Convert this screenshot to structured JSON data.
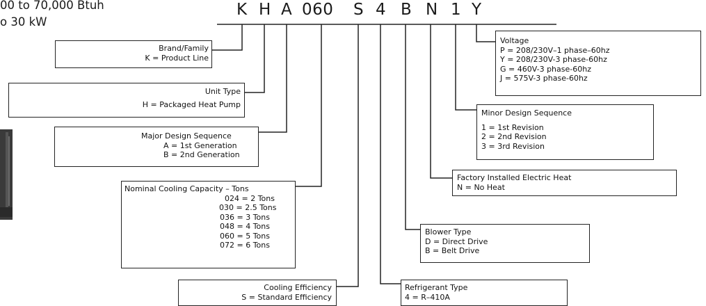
{
  "header": {
    "line1": "00 to 70,000 Btuh",
    "line2": "o 30 kW"
  },
  "model_code": {
    "segments": [
      "K",
      "H",
      "A",
      "060",
      "S",
      "4",
      "B",
      "N",
      "1",
      "Y"
    ]
  },
  "boxes": {
    "brand": {
      "title": "Brand/Family",
      "lines": [
        "K = Product Line"
      ]
    },
    "unit_type": {
      "title": "Unit Type",
      "lines": [
        "H = Packaged Heat Pump"
      ]
    },
    "major_design": {
      "title": "Major Design Sequence",
      "lines": [
        "A = 1st Generation",
        "B = 2nd Generation"
      ]
    },
    "capacity": {
      "title": "Nominal Cooling Capacity – Tons",
      "lines": [
        "024 = 2 Tons",
        "030 = 2.5 Tons",
        "036 = 3 Tons",
        "048 = 4 Tons",
        "060 = 5 Tons",
        "072 = 6 Tons"
      ]
    },
    "efficiency": {
      "title": "Cooling Efficiency",
      "lines": [
        "S = Standard Efficiency"
      ]
    },
    "refrigerant": {
      "title": "Refrigerant Type",
      "lines": [
        "4 = R–410A"
      ]
    },
    "blower": {
      "title": "Blower Type",
      "lines": [
        "D = Direct Drive",
        "B = Belt Drive"
      ]
    },
    "electric_heat": {
      "title": "Factory Installed Electric Heat",
      "lines": [
        "N = No Heat"
      ]
    },
    "minor_design": {
      "title": "Minor Design Sequence",
      "lines": [
        "1 = 1st Revision",
        "2 = 2nd Revision",
        "3 = 3rd Revision"
      ]
    },
    "voltage": {
      "title": "Voltage",
      "lines": [
        "P = 208/230V–1 phase–60hz",
        "Y = 208/230V-3 phase-60hz",
        "G = 460V-3 phase-60hz",
        "J = 575V-3 phase-60hz"
      ]
    }
  }
}
